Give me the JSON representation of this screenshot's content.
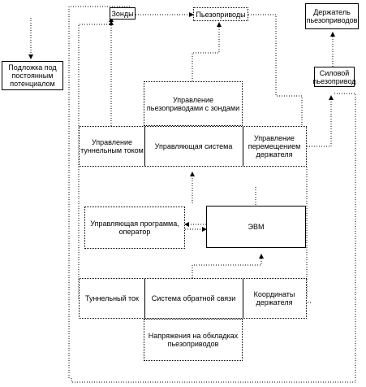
{
  "top": {
    "probes": "Зонды",
    "piezo_drives": "Пьезоприводы",
    "holder": "Держатель пьезоприводов",
    "substrate": "Подложка под постоянным потенциалом",
    "power_piezo": "Силовой пьезопривод"
  },
  "control_group": {
    "header": "Управление пьезоприводами с зондами",
    "tunnel_control": "Управление туннельным током",
    "control_system": "Управляющая система",
    "holder_control": "Управление перемещением держателя"
  },
  "middle": {
    "program_operator": "Управляющая программа, оператор",
    "computer": "ЭВМ"
  },
  "feedback_group": {
    "tunnel_current": "Туннельный ток",
    "feedback_system": "Система обратной связи",
    "holder_coords": "Координаты держателя",
    "plate_voltages": "Напряжения на обкладках пьезоприводов"
  }
}
